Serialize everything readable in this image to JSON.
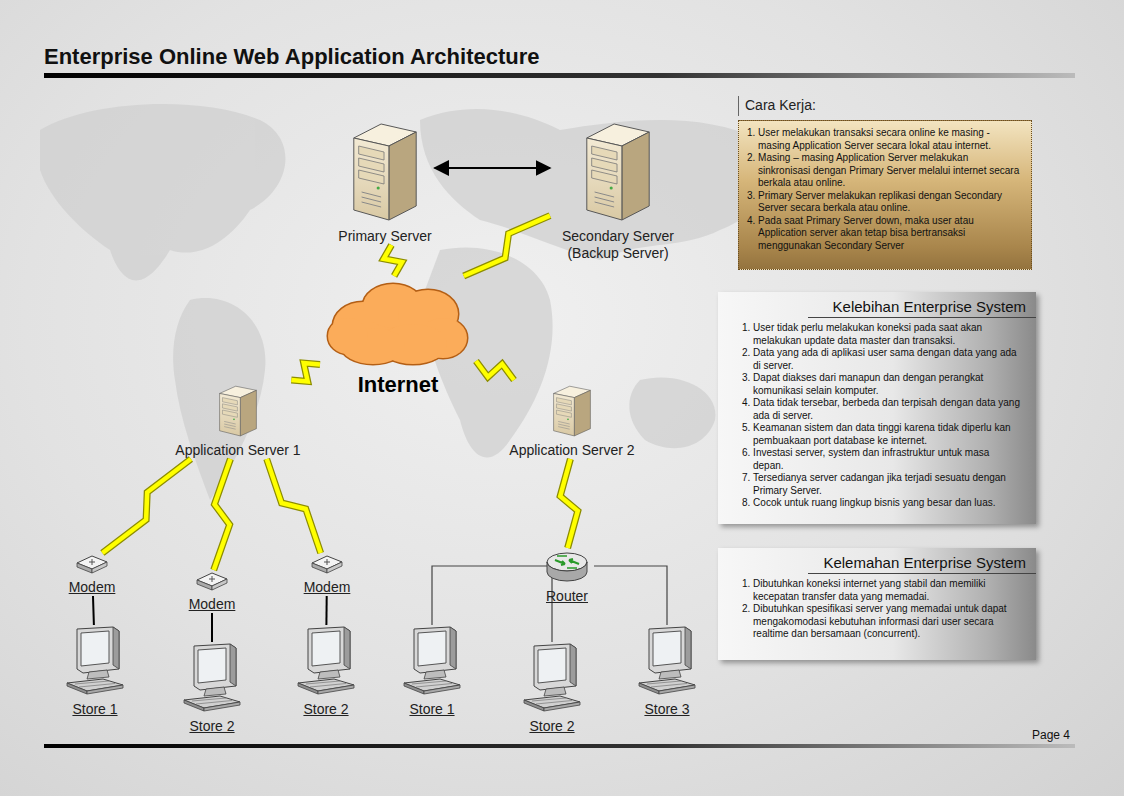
{
  "diagram": {
    "title": "Enterprise Online Web Application Architecture",
    "nodes": [
      {
        "text": [
          "Primary Server"
        ]
      },
      {
        "text": [
          "Secondary Server (Backup Server)"
        ]
      },
      {
        "text": [
          "Cara Kerja:",
          "1. User melakukan transaksi secara online ke masing - masing Application Server secara lokal atau internet.",
          "2. Masing – masing Application Server melakukan sinkronisasi dengan Primary Server melalui internet secara berkala atau online.",
          "3. Primary Server melakukan replikasi dengan Secondary Server secara berkala atau online.",
          "4. Pada saat Primary Server down, maka user atau Application server akan tetap bisa bertransaksi menggunakan Secondary Server"
        ]
      },
      {
        "text": [
          "Internet"
        ]
      },
      {
        "text": [
          "Kelebihan Enterprise System",
          "1. User tidak perlu melakukan koneksi pada saat akan melakukan update data master dan transaksi.",
          "2. Data yang ada di aplikasi user sama dengan data yang ada di server.",
          "3. Dapat diakses dari manapun dan dengan perangkat komunikasi selain komputer.",
          "4. Data tidak tersebar, berbeda dan terpisah dengan data yang ada di server.",
          "5. Keamanan sistem dan data tinggi karena tidak diperlu kan pembuakaan port database ke internet.",
          "6. Investasi server, system dan infrastruktur untuk masa depan.",
          "7. Tersedianya server cadangan jika terjadi sesuatu dengan Primary Server.",
          "8. Cocok untuk ruang lingkup bisnis yang besar dan luas."
        ]
      },
      {
        "text": [
          "Application Server 1"
        ]
      },
      {
        "text": [
          "Application Server 2"
        ]
      },
      {
        "text": [
          "Kelemahan Enterprise System",
          "1. Dibutuhkan koneksi internet yang stabil dan memiliki kecepatan transfer data yang memadai.",
          "2. Dibutuhkan spesifikasi server yang memadai untuk dapat mengakomodasi kebutuhan informasi dari user secara realtime dan bersamaan (concurrent)."
        ]
      },
      {
        "text": [
          "Modem"
        ]
      },
      {
        "text": [
          "Modem"
        ]
      },
      {
        "text": [
          "Modem"
        ]
      },
      {
        "text": [
          "Router"
        ]
      },
      {
        "text": [
          "Store 1"
        ]
      },
      {
        "text": [
          "Store 2"
        ]
      },
      {
        "text": [
          "Store 2"
        ]
      },
      {
        "text": [
          "Store 1"
        ]
      },
      {
        "text": [
          "Store 2"
        ]
      },
      {
        "text": [
          "Store 3"
        ]
      }
    ],
    "edges": [
      {
        "from": 0,
        "to": 1,
        "arrow": "both"
      },
      {
        "from": 0,
        "to": 3,
        "arrow": "none"
      },
      {
        "from": 1,
        "to": 3,
        "arrow": "none"
      },
      {
        "from": 3,
        "to": 5,
        "arrow": "none"
      },
      {
        "from": 3,
        "to": 6,
        "arrow": "none"
      },
      {
        "from": 5,
        "to": 8,
        "arrow": "none"
      },
      {
        "from": 5,
        "to": 9,
        "arrow": "none"
      },
      {
        "from": 5,
        "to": 10,
        "arrow": "none"
      },
      {
        "from": 6,
        "to": 11,
        "arrow": "none"
      },
      {
        "from": 8,
        "to": 12,
        "arrow": "none"
      },
      {
        "from": 9,
        "to": 13,
        "arrow": "none"
      },
      {
        "from": 10,
        "to": 14,
        "arrow": "none"
      },
      {
        "from": 11,
        "to": 15,
        "arrow": "none"
      },
      {
        "from": 11,
        "to": 16,
        "arrow": "none"
      },
      {
        "from": 11,
        "to": 17,
        "arrow": "none"
      }
    ],
    "labels": [
      "Page 4"
    ]
  }
}
